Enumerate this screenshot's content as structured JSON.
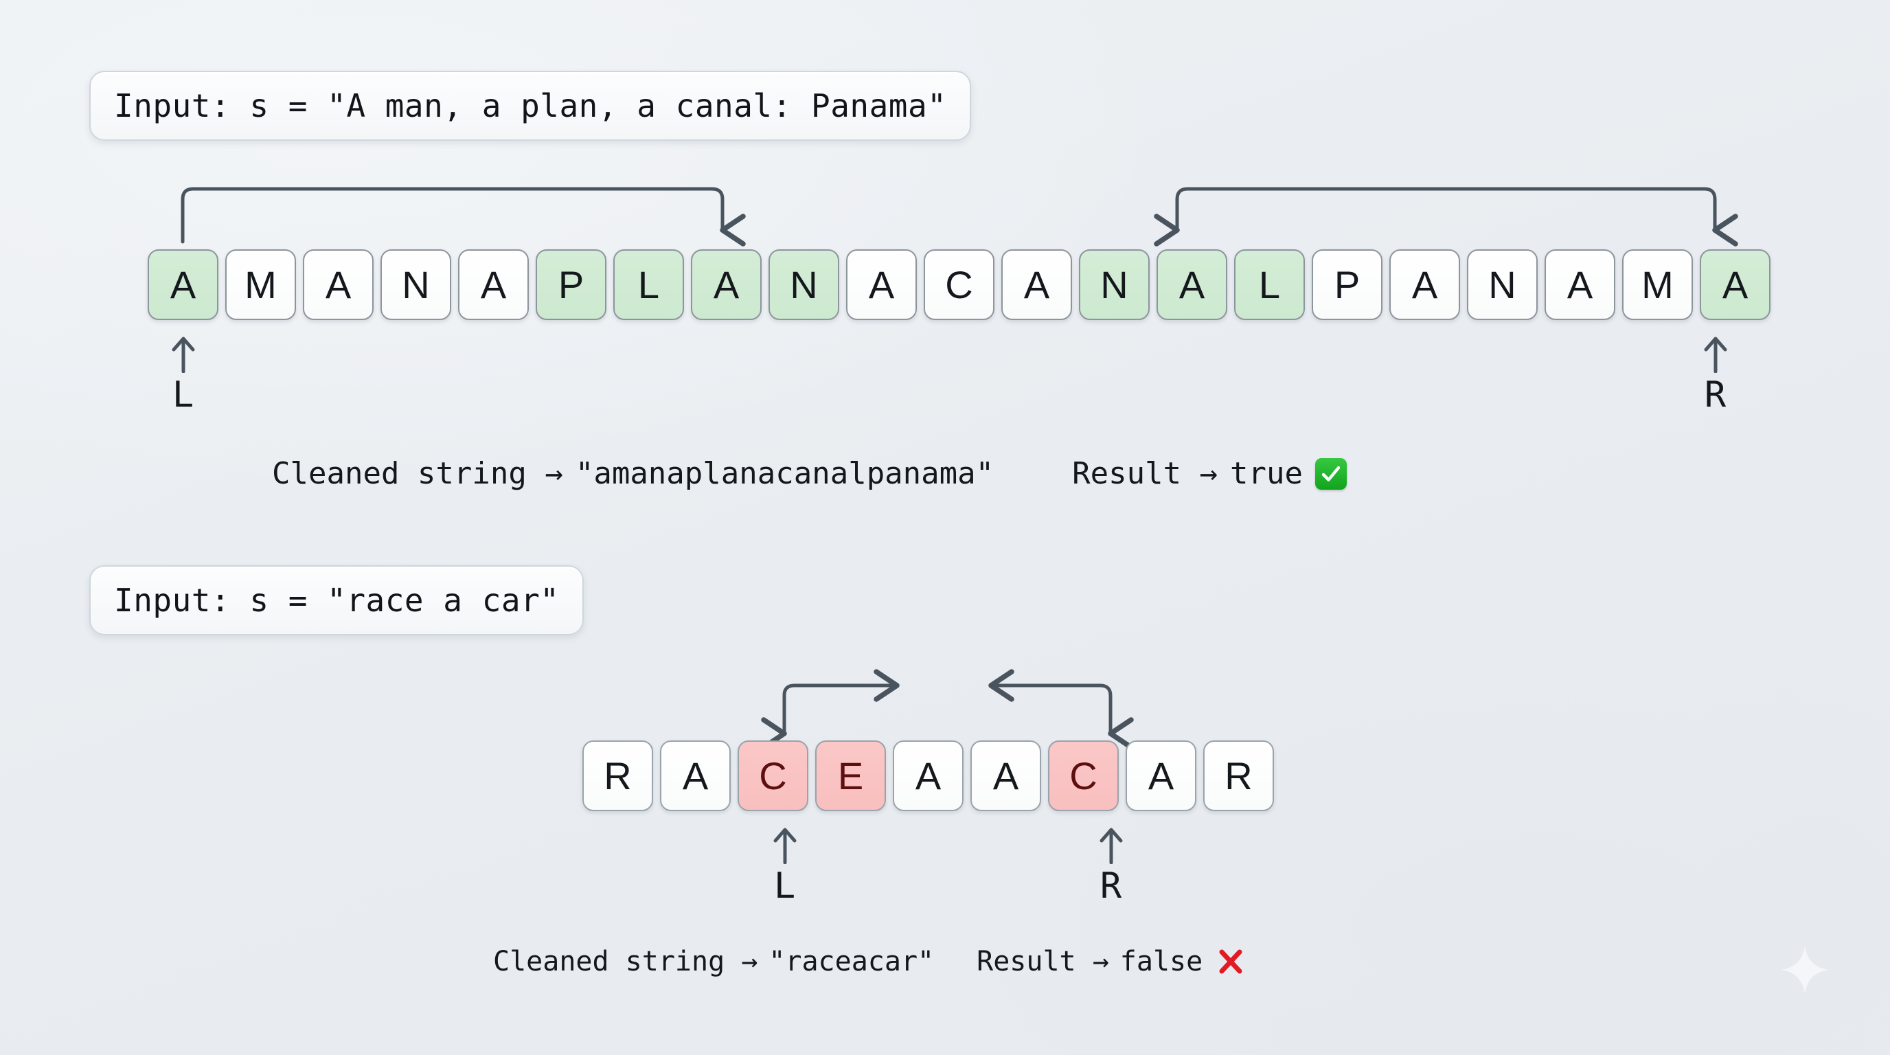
{
  "page": {
    "title": "Valid Palindrome two-pointer walkthrough",
    "background_color": "#e9edf1",
    "accent_green": "#d4edd6",
    "accent_red": "#fbc7c7",
    "arrow_color": "#4a545f"
  },
  "decor": {
    "sparkle_icon": "sparkle-icon"
  },
  "examples": [
    {
      "id": "example-1",
      "input_label": "Input: s = \"A man, a plan, a canal: Panama\"",
      "tiles": [
        {
          "char": "A",
          "state": "match"
        },
        {
          "char": "M",
          "state": "plain"
        },
        {
          "char": "A",
          "state": "plain"
        },
        {
          "char": "N",
          "state": "plain"
        },
        {
          "char": "A",
          "state": "plain"
        },
        {
          "char": "P",
          "state": "match"
        },
        {
          "char": "L",
          "state": "match"
        },
        {
          "char": "A",
          "state": "match"
        },
        {
          "char": "N",
          "state": "match"
        },
        {
          "char": "A",
          "state": "plain"
        },
        {
          "char": "C",
          "state": "plain"
        },
        {
          "char": "A",
          "state": "plain"
        },
        {
          "char": "N",
          "state": "match"
        },
        {
          "char": "A",
          "state": "match"
        },
        {
          "char": "L",
          "state": "match"
        },
        {
          "char": "P",
          "state": "plain"
        },
        {
          "char": "A",
          "state": "plain"
        },
        {
          "char": "N",
          "state": "plain"
        },
        {
          "char": "A",
          "state": "plain"
        },
        {
          "char": "M",
          "state": "plain"
        },
        {
          "char": "A",
          "state": "match"
        }
      ],
      "pointers": {
        "left_label": "L",
        "left_index": 0,
        "right_label": "R",
        "right_index": 20
      },
      "arcs": [
        {
          "name": "left-scan-arc",
          "from_index": 0,
          "to_index": 8,
          "head": "down-right"
        },
        {
          "name": "right-scan-arc",
          "from_index": 12,
          "to_index": 20,
          "head": "down-both"
        }
      ],
      "summary": {
        "cleaned_label": "Cleaned string →",
        "cleaned_value": "\"amanaplanacanalpanama\"",
        "result_label": "Result →",
        "result_value": "true",
        "result_badge": "check-mark-icon"
      }
    },
    {
      "id": "example-2",
      "input_label": "Input: s = \"race a car\"",
      "tiles": [
        {
          "char": "R",
          "state": "plain"
        },
        {
          "char": "A",
          "state": "plain"
        },
        {
          "char": "C",
          "state": "mismatch"
        },
        {
          "char": "E",
          "state": "mismatch"
        },
        {
          "char": "A",
          "state": "plain"
        },
        {
          "char": "A",
          "state": "plain"
        },
        {
          "char": "C",
          "state": "mismatch"
        },
        {
          "char": "A",
          "state": "plain"
        },
        {
          "char": "R",
          "state": "plain"
        }
      ],
      "pointers": {
        "left_label": "L",
        "left_index": 2,
        "right_label": "R",
        "right_index": 6
      },
      "arcs": [
        {
          "name": "left-advance-arc",
          "from_index": 2,
          "direction": "right"
        },
        {
          "name": "right-advance-arc",
          "from_index": 6,
          "direction": "left"
        }
      ],
      "summary": {
        "cleaned_label": "Cleaned string →",
        "cleaned_value": "\"raceacar\"",
        "result_label": "Result →",
        "result_value": "false",
        "result_badge": "cross-mark-icon"
      }
    }
  ]
}
